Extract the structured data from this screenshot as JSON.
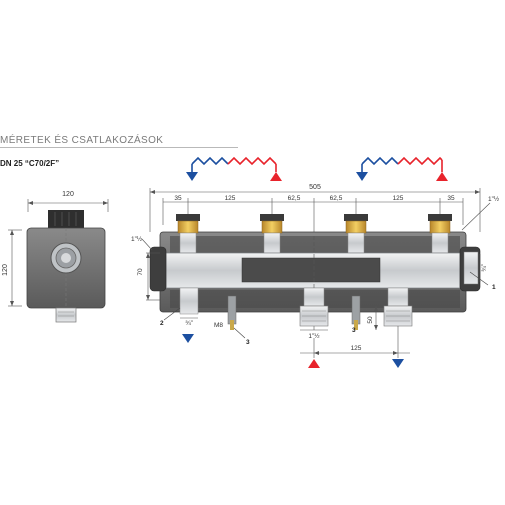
{
  "header": {
    "title": "MÉRETEK ÉS CSATLAKOZÁSOK",
    "subtitle": "DN 25 “C70/2F”"
  },
  "side_view": {
    "width_label": "120",
    "height_label": "120"
  },
  "front_view": {
    "overall_length": "505",
    "segments": [
      "35",
      "125",
      "62,5",
      "62,5",
      "125",
      "35"
    ],
    "height_label": "70",
    "left_port_thread": "1”½",
    "right_top_thread": "1”½",
    "right_side_thread": "¾”",
    "bottom_left_thread": "¾”",
    "sensor_thread": "M8",
    "bottom_center_thread": "1”½",
    "depth_label": "50",
    "bottom_spacing": "125",
    "callouts": [
      "1",
      "2",
      "3",
      "3"
    ]
  },
  "colors": {
    "supply": "#e8232b",
    "return": "#1c4fa0",
    "body_dark": "#3f3f3f",
    "insulation": "#6e6e6e",
    "steel": "#cfd2d4",
    "brass": "#e3b53a"
  }
}
